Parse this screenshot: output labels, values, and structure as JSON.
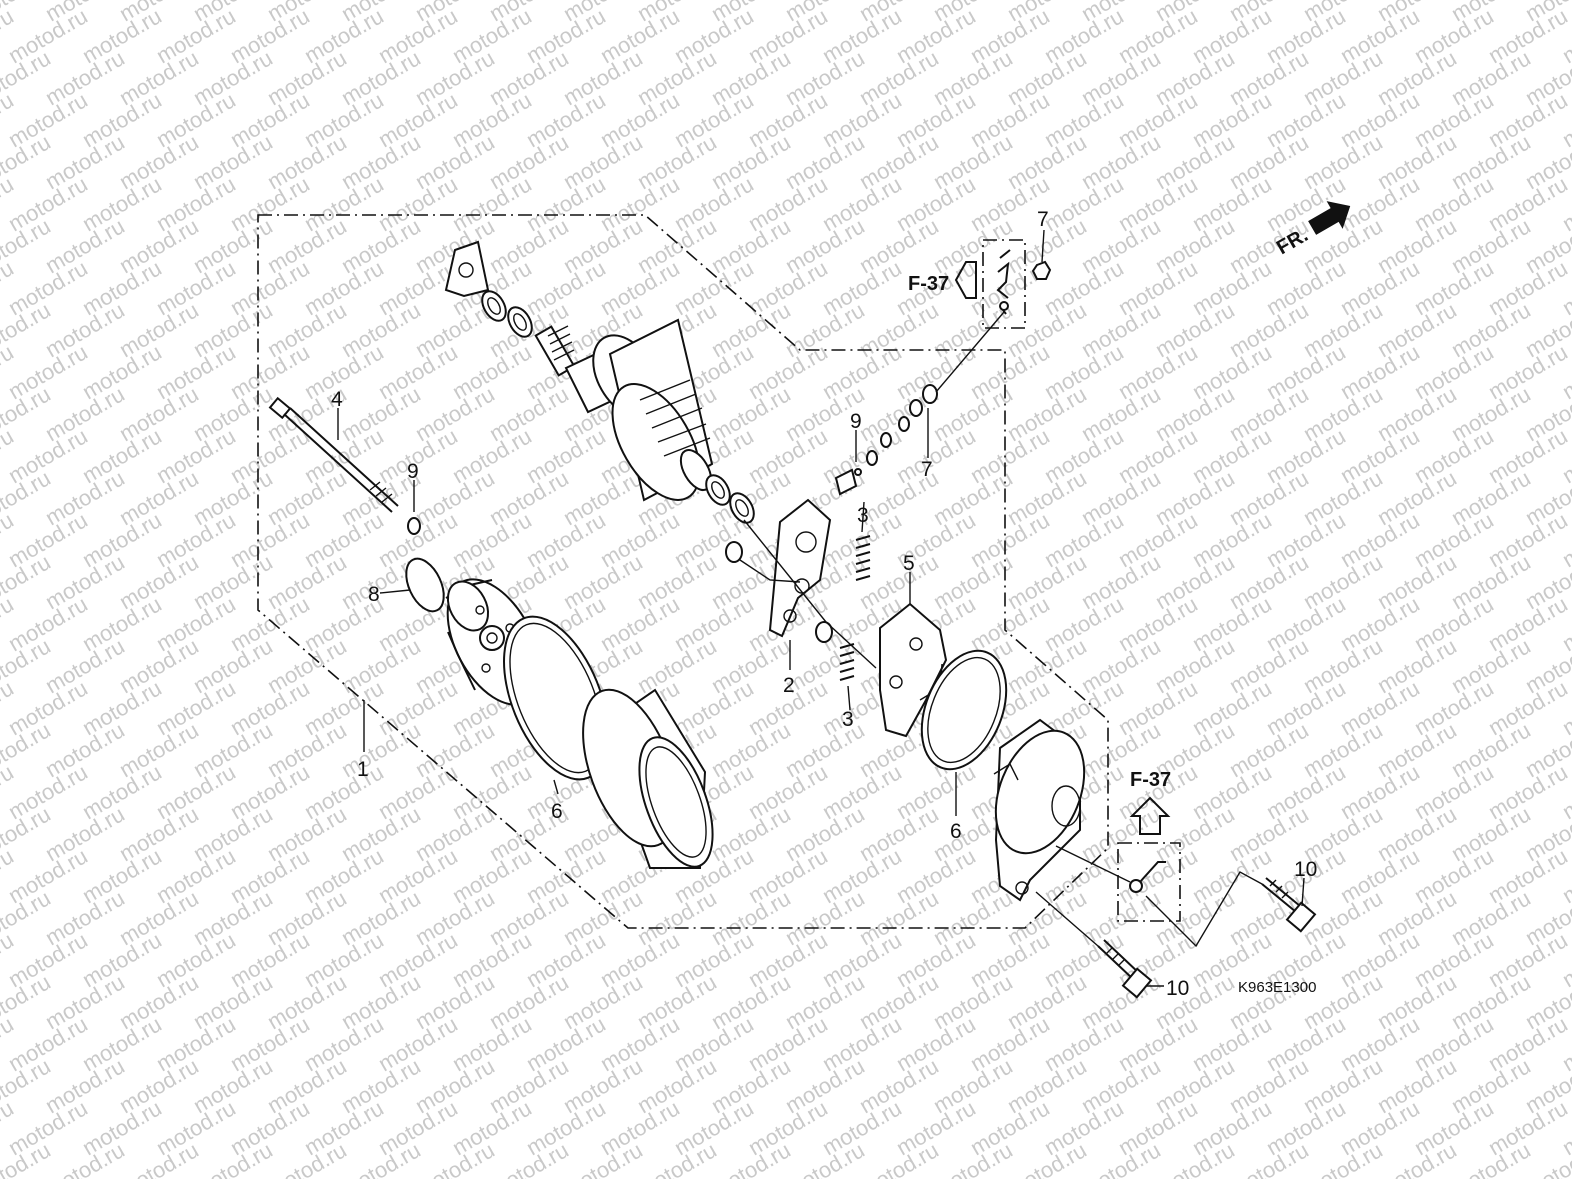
{
  "watermark": "motod.ru",
  "diagram_code": "K963E1300",
  "front_indicator": "FR.",
  "references": {
    "top": "F-37",
    "bottom": "F-37"
  },
  "callouts": {
    "c1": "1",
    "c2": "2",
    "c3a": "3",
    "c3b": "3",
    "c4": "4",
    "c5": "5",
    "c6a": "6",
    "c6b": "6",
    "c7a": "7",
    "c7b": "7",
    "c8": "8",
    "c9a": "9",
    "c9b": "9",
    "c10a": "10",
    "c10b": "10"
  }
}
